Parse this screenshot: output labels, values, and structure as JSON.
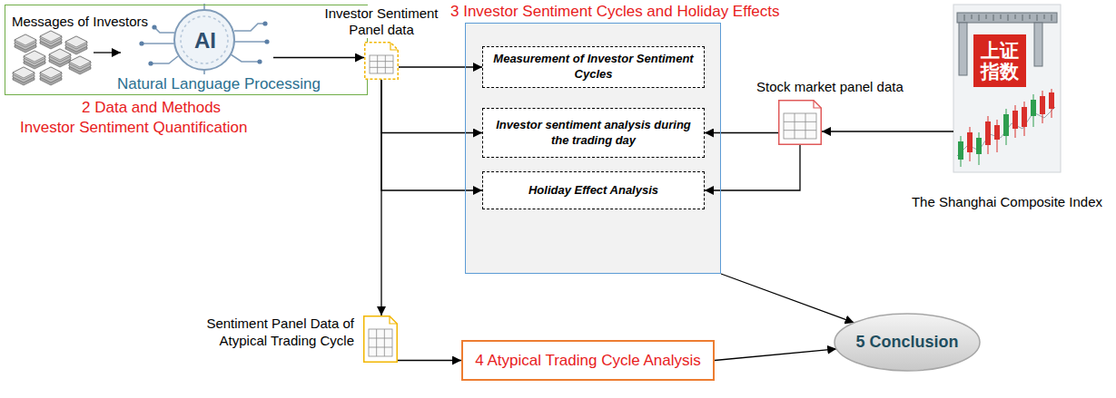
{
  "diagram": {
    "nodes": [
      {
        "text": [
          "2 Data and Methods",
          "Investor Sentiment Quantification"
        ]
      },
      {
        "text": [
          "Messages of Investors"
        ],
        "in": 0
      },
      {
        "text": [
          "AI",
          "Natural Language Processing"
        ],
        "in": 0
      },
      {
        "text": [
          "Investor Sentiment Panel data"
        ],
        "in": 0
      },
      {
        "text": [
          "3 Investor Sentiment Cycles and Holiday Effects"
        ]
      },
      {
        "text": [
          "Measurement of Investor Sentiment Cycles"
        ],
        "in": 4
      },
      {
        "text": [
          "Investor sentiment analysis during the trading day"
        ],
        "in": 4
      },
      {
        "text": [
          "Holiday Effect Analysis"
        ],
        "in": 4
      },
      {
        "text": [
          "Stock market panel data"
        ]
      },
      {
        "text": [
          "上证指数",
          "The Shanghai Composite Index"
        ]
      },
      {
        "text": [
          "Sentiment Panel Data of Atypical Trading Cycle"
        ]
      },
      {
        "text": [
          "4 Atypical Trading Cycle Analysis"
        ]
      },
      {
        "text": [
          "5 Conclusion"
        ]
      }
    ],
    "edges": [
      {
        "from": 1,
        "to": 2,
        "arrow": "to"
      },
      {
        "from": 2,
        "to": 3,
        "arrow": "to"
      },
      {
        "from": 3,
        "to": 5,
        "arrow": "to"
      },
      {
        "from": 3,
        "to": 6,
        "arrow": "to"
      },
      {
        "from": 3,
        "to": 7,
        "arrow": "to"
      },
      {
        "from": 3,
        "to": 10,
        "arrow": "to"
      },
      {
        "from": 8,
        "to": 6,
        "arrow": "to"
      },
      {
        "from": 8,
        "to": 7,
        "arrow": "to"
      },
      {
        "from": 9,
        "to": 8,
        "arrow": "to"
      },
      {
        "from": 4,
        "to": 12,
        "arrow": "to"
      },
      {
        "from": 10,
        "to": 11,
        "arrow": "to"
      },
      {
        "from": 11,
        "to": 12,
        "arrow": "to"
      }
    ]
  }
}
